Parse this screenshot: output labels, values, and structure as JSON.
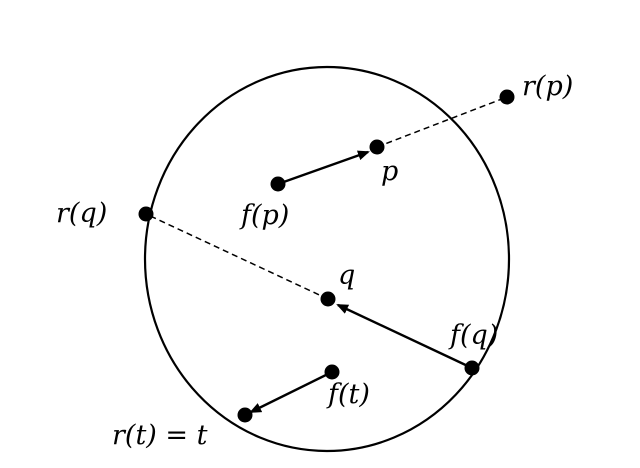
{
  "figure": {
    "labels": {
      "r_p": "r(p)",
      "p": "p",
      "f_p": "f(p)",
      "r_q": "r(q)",
      "q": "q",
      "f_q": "f(q)",
      "f_t": "f(t)",
      "r_t": "r(t) = t"
    },
    "style": {
      "ink": "#000000",
      "background": "#ffffff"
    }
  }
}
